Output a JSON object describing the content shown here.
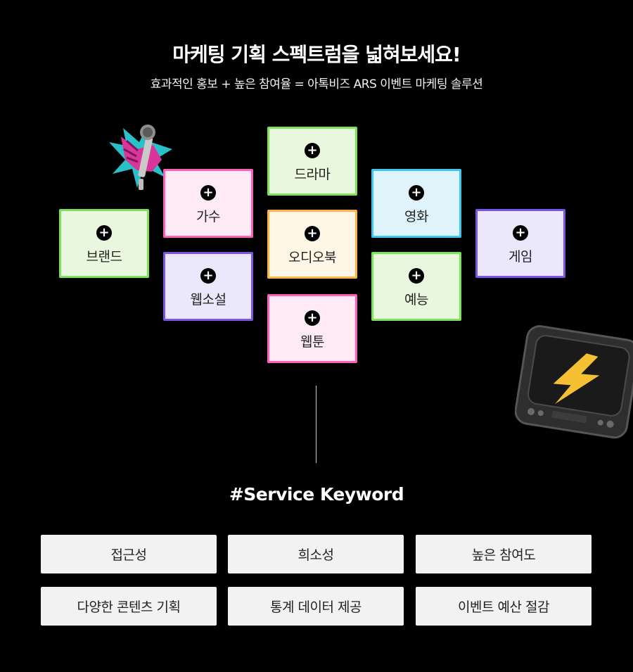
{
  "header": {
    "headline": "마케팅 기획 스펙트럼을 넓혀보세요!",
    "subline": "효과적인 홍보 + 높은 참여율 = 아톡비즈 ARS 이벤트 마케팅 솔루션"
  },
  "tiles": [
    {
      "label": "브랜드",
      "plus": "+",
      "border": "#7be25b",
      "fill": "#eaf7df"
    },
    {
      "label": "가수",
      "plus": "+",
      "border": "#ff5fb4",
      "fill": "#fdeaf4"
    },
    {
      "label": "웹소설",
      "plus": "+",
      "border": "#7a55e8",
      "fill": "#ece8fb"
    },
    {
      "label": "드라마",
      "plus": "+",
      "border": "#7be25b",
      "fill": "#eaf7df"
    },
    {
      "label": "오디오북",
      "plus": "+",
      "border": "#ffb347",
      "fill": "#fff6e5"
    },
    {
      "label": "웹툰",
      "plus": "+",
      "border": "#ff5fb4",
      "fill": "#fdeaf4"
    },
    {
      "label": "영화",
      "plus": "+",
      "border": "#3fc6ee",
      "fill": "#dff3fa"
    },
    {
      "label": "예능",
      "plus": "+",
      "border": "#7be25b",
      "fill": "#eaf7df"
    },
    {
      "label": "게임",
      "plus": "+",
      "border": "#7a55e8",
      "fill": "#ece8fb"
    }
  ],
  "keywords": {
    "title": "#Service Keyword",
    "items": [
      "접근성",
      "희소성",
      "높은 참여도",
      "다양한 콘텐츠 기획",
      "통계 데이터 제공",
      "이벤트 예산 절감"
    ]
  },
  "decor": {
    "mic_icon": "microphone-hand-icon",
    "tv_icon": "retro-tv-lightning-icon"
  }
}
